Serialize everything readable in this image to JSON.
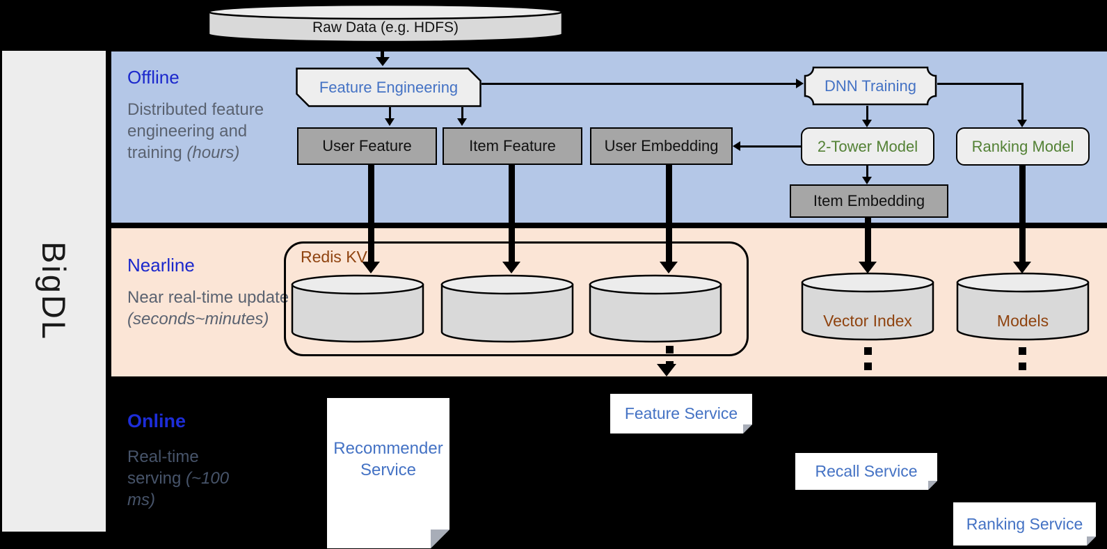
{
  "brand": {
    "label": "BigDL"
  },
  "datasource": {
    "label": "Raw Data (e.g. HDFS)"
  },
  "bands": {
    "offline": {
      "label": "Offline",
      "desc": "Distributed feature engineering and training",
      "desc_note": "(hours)"
    },
    "nearline": {
      "label": "Nearline",
      "desc": "Near real-time update",
      "desc_note": "(seconds~minutes)"
    },
    "online": {
      "label": "Online",
      "desc": "Real-time serving",
      "desc_note": "(~100 ms)"
    }
  },
  "offline_nodes": {
    "feature_engineering": "Feature Engineering",
    "dnn_training": "DNN Training",
    "user_feature": "User Feature",
    "item_feature": "Item Feature",
    "user_embedding": "User Embedding",
    "two_tower_model": "2-Tower Model",
    "ranking_model": "Ranking Model",
    "item_embedding": "Item Embedding"
  },
  "nearline_nodes": {
    "redis_kv": "Redis KV",
    "vector_index": "Vector Index",
    "models": "Models"
  },
  "online_nodes": {
    "recommender_service": "Recommender Service",
    "feature_service": "Feature Service",
    "recall_service": "Recall Service",
    "ranking_service": "Ranking Service"
  },
  "colors": {
    "offline_band_bg": "#b4c7e7",
    "nearline_band_bg": "#fbe5d6",
    "online_band_bg": "#000000",
    "band_label_blue": "#1b28cc",
    "body_text_gray": "#5a6270",
    "node_text_blue": "#4472c4",
    "model_text_green": "#538135",
    "storage_text_brown": "#8f430f",
    "gray_node_fill": "#a6a6a6",
    "light_node_fill": "#eeeeee",
    "cylinder_fill": "#d9d9d9",
    "sidebar_fill": "#ededed"
  }
}
